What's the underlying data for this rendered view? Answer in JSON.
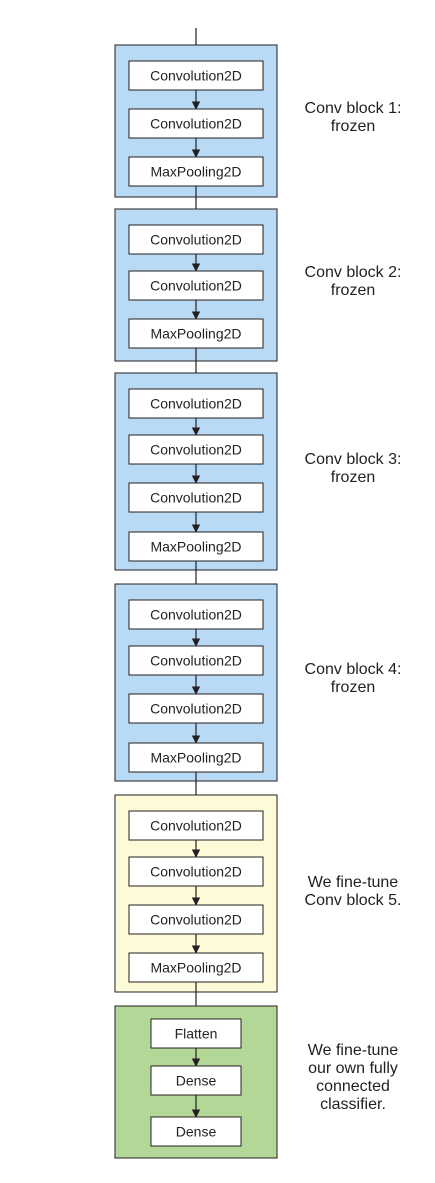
{
  "colors": {
    "frozen_fill": "#b8daf5",
    "finetune_fill": "#fdfad8",
    "classifier_fill": "#b3d797",
    "layer_fill": "#ffffff",
    "stroke": "#231f20"
  },
  "blocks": [
    {
      "kind": "frozen",
      "label_lines": [
        "Conv block 1:",
        "frozen"
      ],
      "layers": [
        "Convolution2D",
        "Convolution2D",
        "MaxPooling2D"
      ]
    },
    {
      "kind": "frozen",
      "label_lines": [
        "Conv block 2:",
        "frozen"
      ],
      "layers": [
        "Convolution2D",
        "Convolution2D",
        "MaxPooling2D"
      ]
    },
    {
      "kind": "frozen",
      "label_lines": [
        "Conv block 3:",
        "frozen"
      ],
      "layers": [
        "Convolution2D",
        "Convolution2D",
        "Convolution2D",
        "MaxPooling2D"
      ]
    },
    {
      "kind": "frozen",
      "label_lines": [
        "Conv block 4:",
        "frozen"
      ],
      "layers": [
        "Convolution2D",
        "Convolution2D",
        "Convolution2D",
        "MaxPooling2D"
      ]
    },
    {
      "kind": "finetune",
      "label_lines": [
        "We fine-tune",
        "Conv block 5."
      ],
      "layers": [
        "Convolution2D",
        "Convolution2D",
        "Convolution2D",
        "MaxPooling2D"
      ]
    },
    {
      "kind": "classifier",
      "label_lines": [
        "We fine-tune",
        "our own fully",
        "connected",
        "classifier."
      ],
      "layers": [
        "Flatten",
        "Dense",
        "Dense"
      ]
    }
  ]
}
